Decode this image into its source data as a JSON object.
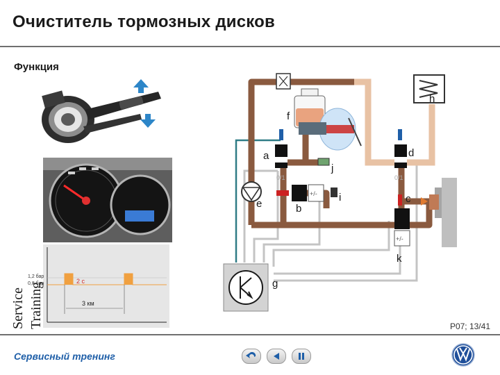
{
  "title": "Очиститель тормозных дисков",
  "section": "Функция",
  "page": "P07; 13/41",
  "footer_brand": "Сервисный тренинг",
  "wordmark": [
    "Service",
    "Training"
  ],
  "labels": {
    "a": "a",
    "b": "b",
    "c": "c",
    "d": "d",
    "e": "e",
    "f": "f",
    "g": "g",
    "h": "h",
    "i": "i",
    "j": "j",
    "k": "k"
  },
  "valve_marks": {
    "valve_a": "0/1",
    "valve_d": "0/1",
    "valve_b": "+/-",
    "valve_k": "+/-"
  },
  "timing": {
    "y_ticks": [
      "1,2 бар",
      "0,8 бар"
    ],
    "pulse_label": "2 с",
    "distance_label": "3 км"
  },
  "nav": {
    "icons": [
      "back-icon",
      "previous-icon",
      "pause-icon"
    ]
  },
  "colors": {
    "pipe_brown": "#8a5a3f",
    "pipe_light": "#e8c2a4",
    "valve_blue": "#1f5fa8",
    "valve_red": "#cc2222",
    "signal_gray": "#c4c4c4",
    "brand_blue": "#1f5fa8"
  }
}
